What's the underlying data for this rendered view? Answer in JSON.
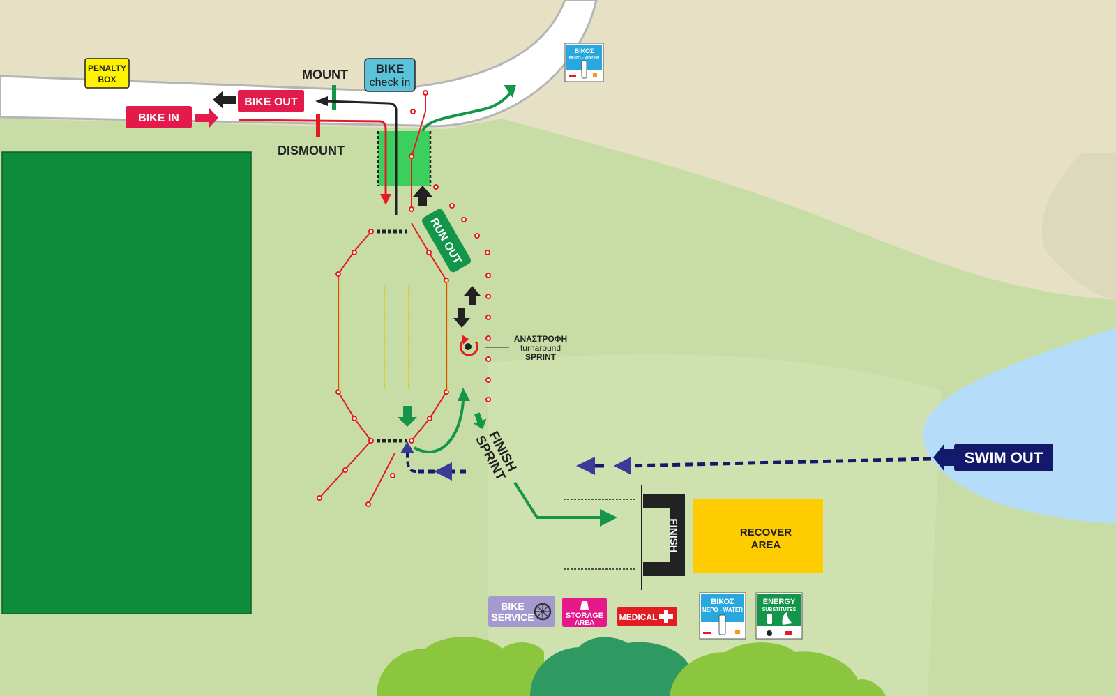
{
  "labels": {
    "penalty_line1": "PENALTY",
    "penalty_line2": "BOX",
    "bike_in": "BIKE IN",
    "bike_out": "BIKE OUT",
    "mount": "MOUNT",
    "dismount": "DISMOUNT",
    "bike_checkin_line1": "BIKE",
    "bike_checkin_line2": "check in",
    "run_out": "RUN OUT",
    "turnaround_line1": "ΑΝΑΣΤΡΟΦΗ",
    "turnaround_line2": "turnaround",
    "turnaround_line3": "SPRINT",
    "finish_sprint_line1": "FINISH",
    "finish_sprint_line2": "SPRINT",
    "finish": "FINISH",
    "recover_line1": "RECOVER",
    "recover_line2": "AREA",
    "swim_out": "SWIM OUT"
  },
  "services": {
    "water_line1": "ΒΙΚΟΣ",
    "water_line2": "ΝΕΡΟ - WATER",
    "bike_service_line1": "BIKE",
    "bike_service_line2": "SERVICE",
    "storage_line1": "STORAGE",
    "storage_line2": "AREA",
    "medical": "MEDICAL",
    "energy_line1": "ENERGY",
    "energy_line2": "SUBSTITUTES"
  },
  "colors": {
    "grass": "#c8dda5",
    "field": "#0d8c3c",
    "road": "#ffffff",
    "water": "#b5dcf8",
    "bike_label": "#e31b4b",
    "route_red": "#e31b23",
    "run_green": "#13964a",
    "swim_navy": "#141a6b",
    "recover_yellow": "#ffcc00",
    "penalty_yellow": "#fff200",
    "checkin_blue": "#5bc3d9",
    "service_lilac": "#a49ad0",
    "storage_pink": "#e6198a",
    "water_blue": "#29a8e0",
    "tree_green": "#8cc63f",
    "tree_dark": "#2e9a62"
  }
}
